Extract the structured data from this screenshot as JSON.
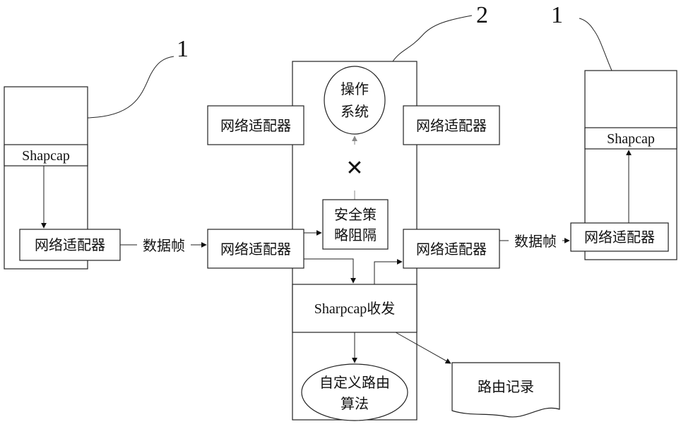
{
  "ref_numerals": {
    "left_device": "1",
    "middle_device": "2",
    "right_device": "1"
  },
  "left_device": {
    "layer": "Shapcap",
    "adapter": "网络适配器"
  },
  "middle_device": {
    "adapter_top_left": "网络适配器",
    "adapter_top_right": "网络适配器",
    "os_line1": "操作",
    "os_line2": "系统",
    "blocked_mark": "✕",
    "policy_line1": "安全策",
    "policy_line2": "略阻隔",
    "adapter_in": "网络适配器",
    "adapter_out": "网络适配器",
    "transceiver": "Sharpcap收发",
    "algo_line1": "自定义路由",
    "algo_line2": "算法",
    "route_record": "路由记录"
  },
  "right_device": {
    "layer": "Shapcap",
    "adapter": "网络适配器"
  },
  "links": {
    "frame_in": "数据帧",
    "frame_out": "数据帧"
  },
  "colors": {
    "line": "#222222",
    "background": "#ffffff",
    "blocked_arrow": "#888888"
  }
}
